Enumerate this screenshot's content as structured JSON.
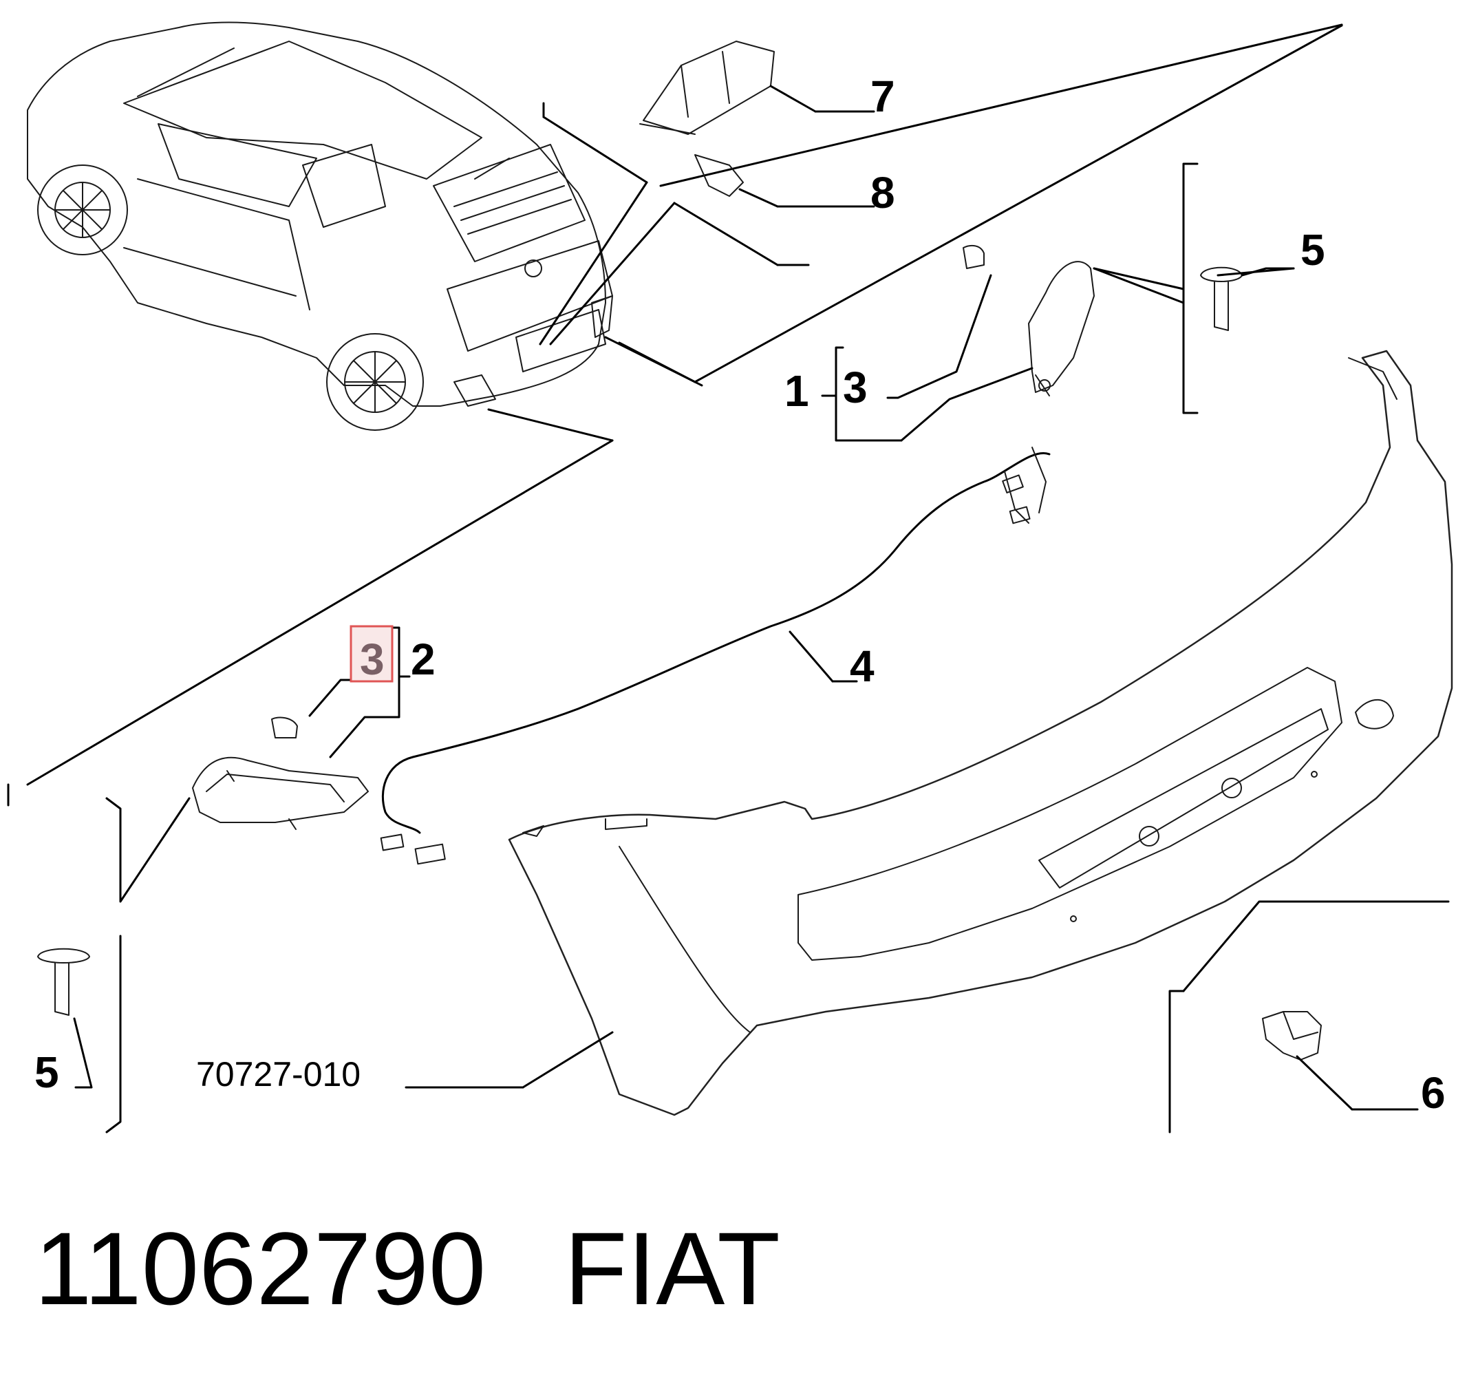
{
  "diagram": {
    "callouts": {
      "c1": "1",
      "c2": "2",
      "c3_right": "3",
      "c3_left": "3",
      "c4": "4",
      "c5_right": "5",
      "c5_left": "5",
      "c6": "6",
      "c7": "7",
      "c8": "8"
    },
    "reference_code": "70727-010",
    "highlighted_callout": "3",
    "highlight_color": "#e05555"
  },
  "footer": {
    "part_number": "11062790",
    "brand": "FIAT"
  }
}
